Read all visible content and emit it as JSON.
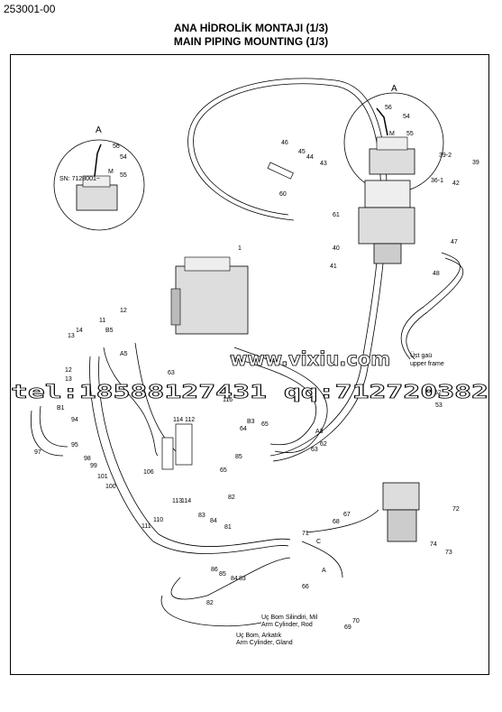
{
  "document_number": "253001-00",
  "title_tr": "ANA HİDROLİK MONTAJI (1/3)",
  "title_en": "MAIN PIPING MOUNTING (1/3)",
  "watermark": {
    "site": "www.vixiu.com",
    "contact": "tel:18588127431 qq:712720382"
  },
  "detail_views": {
    "left_label": "A",
    "right_label": "A",
    "serial_note": "SN: 7128001~"
  },
  "notes": {
    "upper_frame": [
      "Üst gaü",
      "upper frame"
    ],
    "arm_rod": [
      "Uç Bom Silindiri, Mil",
      "Arm Cylinder, Rod"
    ],
    "arm_gland": [
      "Uç Bom, Arkatık",
      "Arm Cylinder, Gland"
    ]
  },
  "callouts": {
    "c56a": "56",
    "c54a": "54",
    "cMa": "M",
    "c55a": "55",
    "c56b": "56",
    "c54b": "54",
    "cMb": "M",
    "c55b": "55",
    "c46": "46",
    "c45": "45",
    "c44": "44",
    "c43": "43",
    "c39_2": "39-2",
    "c39": "39",
    "c36_1": "36-1",
    "c42": "42",
    "c60": "60",
    "c61": "61",
    "c40": "40",
    "c41": "41",
    "c47": "47",
    "c48": "48",
    "c1": "1",
    "c12a": "12",
    "c11": "11",
    "cB5": "B5",
    "c13": "13",
    "c14": "14",
    "cA5": "A5",
    "c63a": "63",
    "c52": "52",
    "c53": "53",
    "c12b": "12",
    "c13b": "13",
    "c116": "116",
    "cB1": "B1",
    "c94": "94",
    "c95": "95",
    "c97": "97",
    "c98": "98",
    "c99": "99",
    "c101": "101",
    "c100": "100",
    "c114": "114",
    "c112": "112",
    "c64": "64",
    "c65a": "65",
    "cB3": "B3",
    "cA3": "A3",
    "c62a": "62",
    "c63b": "63",
    "c106": "106",
    "c85": "85",
    "c65b": "65",
    "c82": "82",
    "c83": "83",
    "c84": "84",
    "c81a": "81",
    "c113": "113",
    "c114b": "114",
    "c111": "111",
    "c110": "110",
    "c71": "71",
    "cC": "C",
    "c68": "68",
    "c67": "67",
    "c72": "72",
    "c74": "74",
    "c73": "73",
    "c66": "66",
    "cA": "A",
    "c86": "86",
    "c85b": "85",
    "c84b": "84",
    "c83b": "83",
    "c82b": "82",
    "c69": "69",
    "c70": "70"
  }
}
